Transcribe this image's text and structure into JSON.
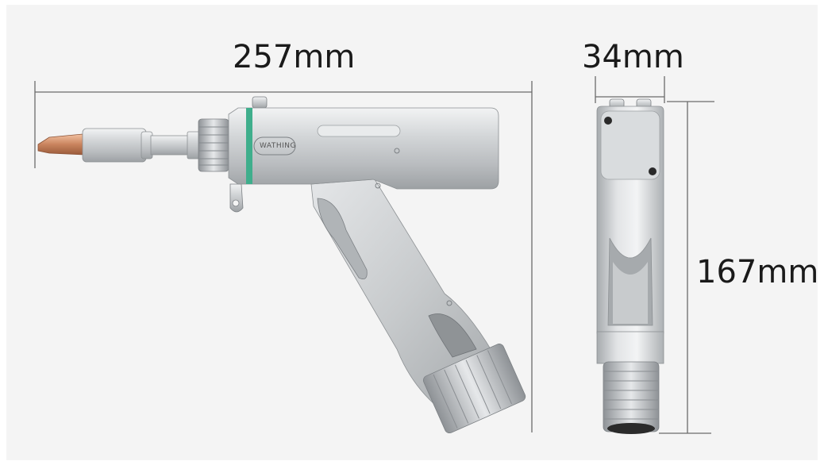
{
  "image": {
    "subject": "handheld-laser-welding-gun",
    "background_color": "#f4f4f4",
    "metal_color": "#c9ccce",
    "nozzle_color": "#c9845e",
    "ring_color": "#3fae8c"
  },
  "dimensions": {
    "length_label": "257mm",
    "width_label": "34mm",
    "height_label": "167mm"
  },
  "logo": {
    "text": "WATHING"
  }
}
